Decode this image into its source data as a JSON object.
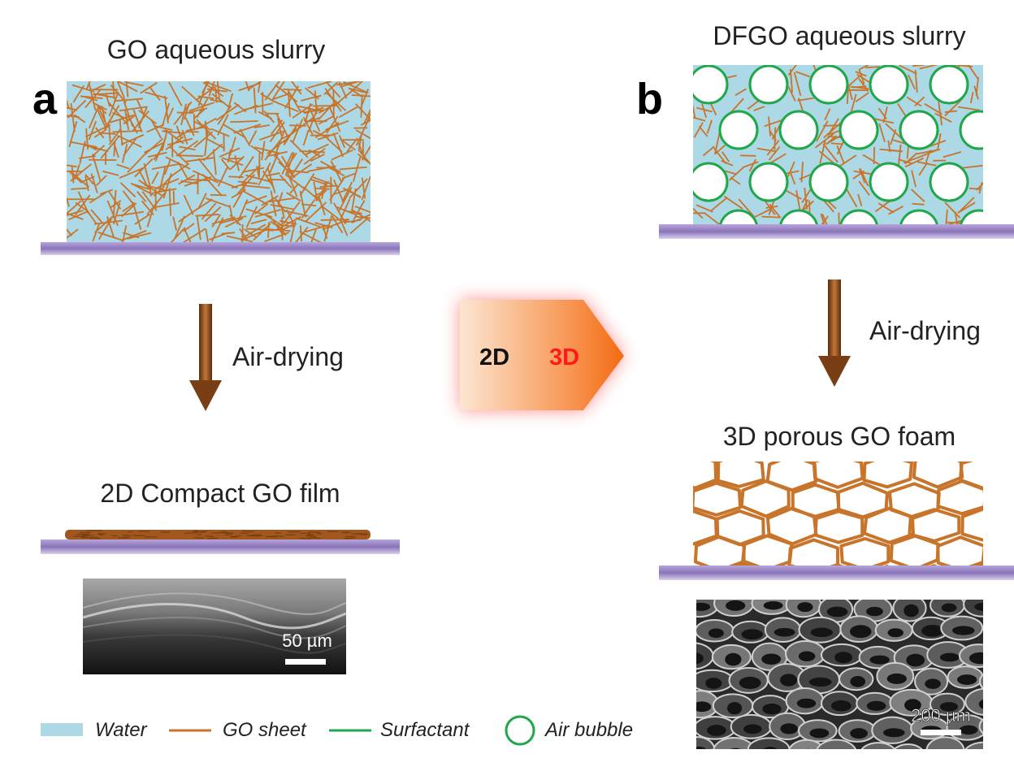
{
  "panel_a": {
    "letter": "a",
    "top_title": "GO aqueous slurry",
    "step_label": "Air-drying",
    "bottom_title": "2D Compact GO film",
    "scale_label": "50 µm"
  },
  "panel_b": {
    "letter": "b",
    "top_title": "DFGO aqueous slurry",
    "step_label": "Air-drying",
    "bottom_title": "3D porous GO foam",
    "scale_label": "200 µm"
  },
  "transition": {
    "from": "2D",
    "to": "3D"
  },
  "legend": {
    "water": "Water",
    "go_sheet": "GO sheet",
    "surfactant": "Surfactant",
    "air_bubble": "Air bubble"
  },
  "colors": {
    "water": "#add8e6",
    "go_sheet": "#c8742a",
    "surfactant": "#1fa84a",
    "substrate": "#9b87c4",
    "arrow": "#8b4a1c",
    "accent_3d": "#ff1a1a"
  }
}
